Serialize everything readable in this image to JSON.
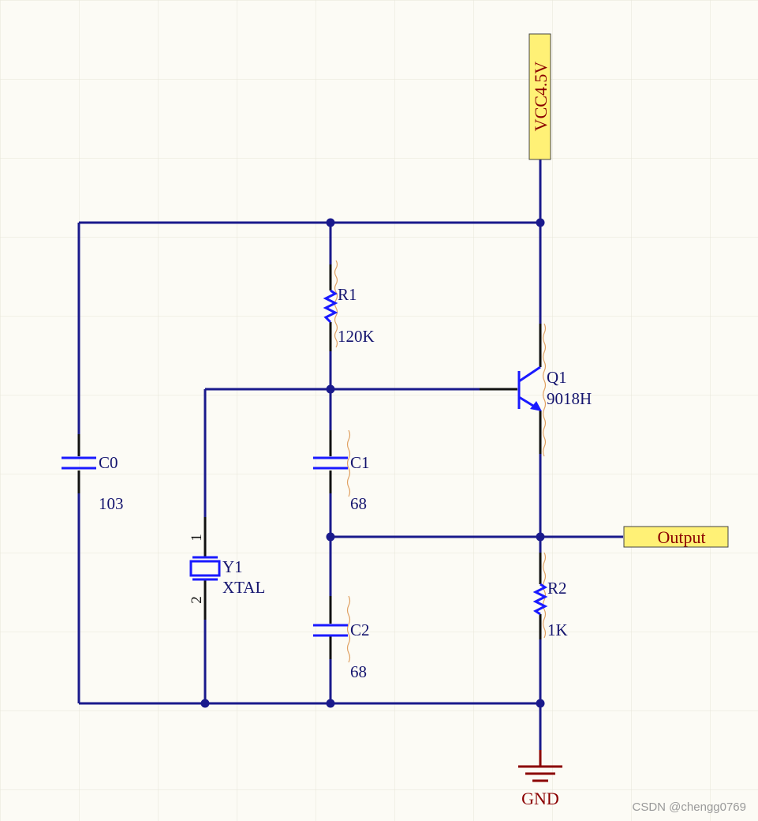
{
  "colors": {
    "background": "#fcfbf5",
    "grid": "#e6e4d8",
    "wire": "#1a1a8c",
    "symbol": "#1a1aff",
    "port_fill": "#fff176",
    "port_text": "#8b0000"
  },
  "ports": {
    "vcc": "VCC4.5V",
    "output": "Output"
  },
  "ground": {
    "label": "GND"
  },
  "components": {
    "c0": {
      "ref": "C0",
      "value": "103"
    },
    "r1": {
      "ref": "R1",
      "value": "120K"
    },
    "q1": {
      "ref": "Q1",
      "value": "9018H"
    },
    "c1": {
      "ref": "C1",
      "value": "68"
    },
    "c2": {
      "ref": "C2",
      "value": "68"
    },
    "y1": {
      "ref": "Y1",
      "value": "XTAL",
      "pin1": "1",
      "pin2": "2"
    },
    "r2": {
      "ref": "R2",
      "value": "1K"
    }
  },
  "watermark": "CSDN @chengg0769"
}
